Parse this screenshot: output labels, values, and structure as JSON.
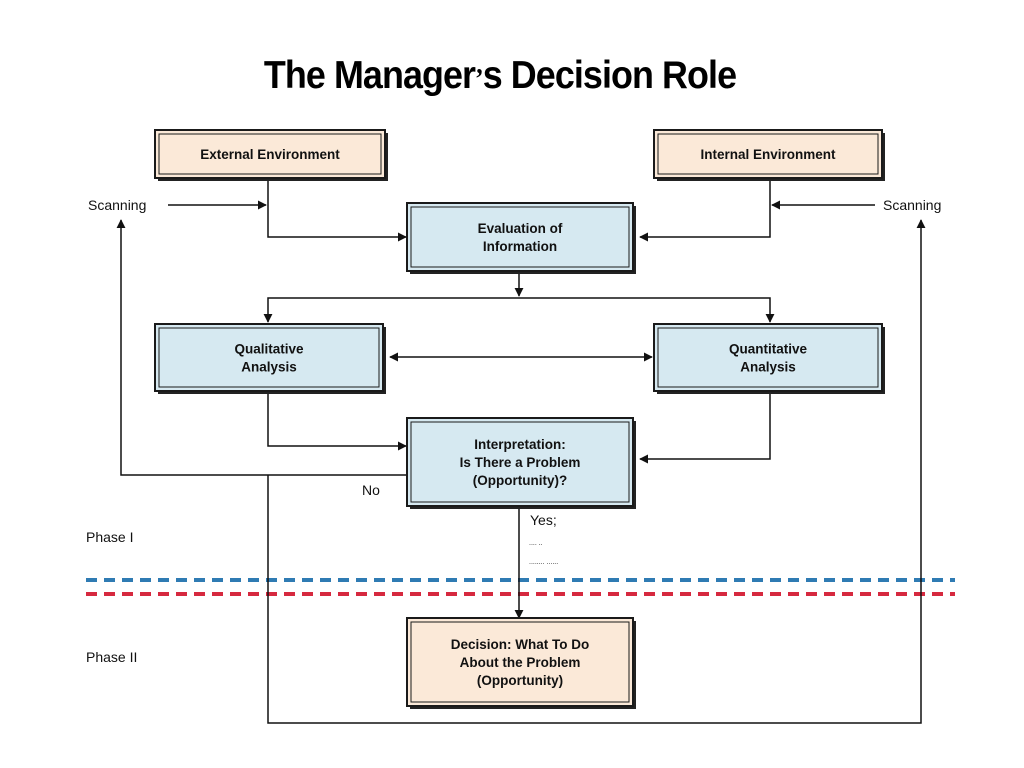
{
  "title": {
    "main": "The Manager",
    "apostrophe": "’",
    "rest": "s Decision Role"
  },
  "colors": {
    "beige_box": "#fbe9d8",
    "blue_box": "#d6e9f1",
    "border": "#1a1a1a",
    "blue_dashed_line": "#2f7bb3",
    "red_dashed_line": "#d6293f"
  },
  "boxes": {
    "external_environment": {
      "lines": [
        "External Environment"
      ]
    },
    "internal_environment": {
      "lines": [
        "Internal Environment"
      ]
    },
    "evaluation": {
      "lines": [
        "Evaluation of",
        "Information"
      ]
    },
    "qualitative": {
      "lines": [
        "Qualitative",
        "Analysis"
      ]
    },
    "quantitative": {
      "lines": [
        "Quantitative",
        "Analysis"
      ]
    },
    "interpretation": {
      "lines": [
        "Interpretation:",
        "Is There a Problem",
        "(Opportunity)?"
      ]
    },
    "decision": {
      "lines": [
        "Decision: What To Do",
        "About the Problem",
        "(Opportunity)"
      ]
    }
  },
  "labels": {
    "scanning_left": "Scanning",
    "scanning_right": "Scanning",
    "no": "No",
    "yes": "Yes;",
    "yes_note_1": ".... ..",
    "yes_note_2": "........ ......",
    "phase_1": "Phase I",
    "phase_2": "Phase II"
  }
}
